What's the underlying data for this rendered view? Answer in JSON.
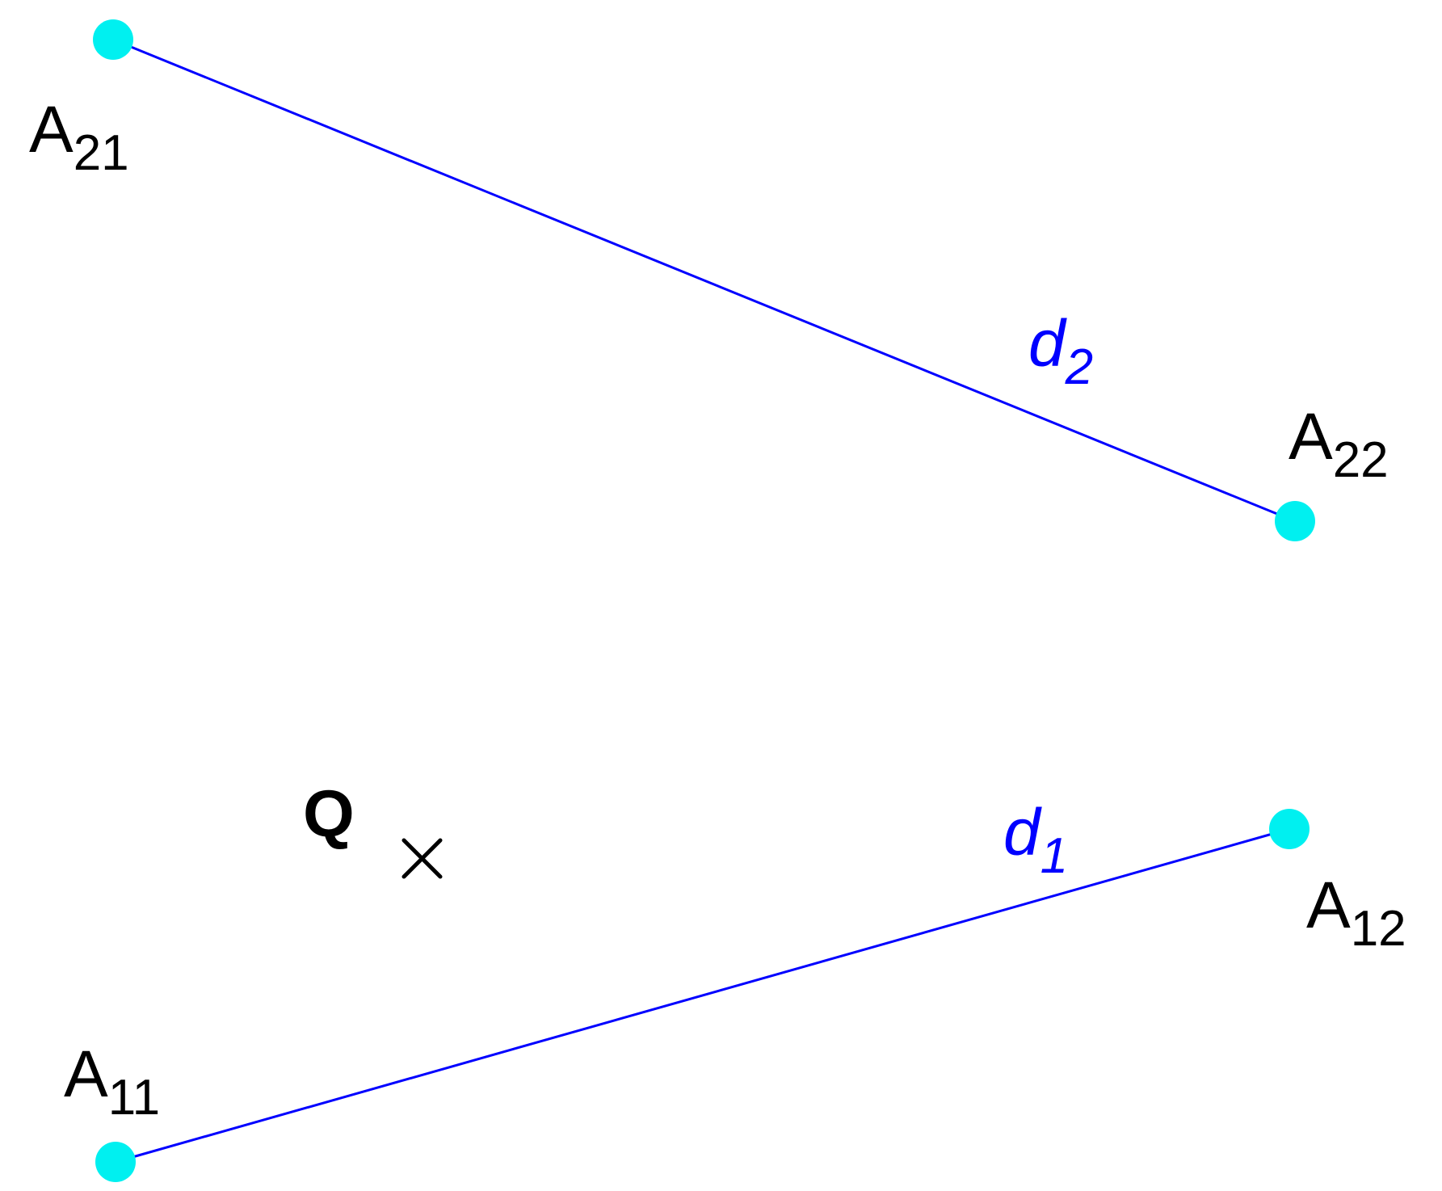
{
  "colors": {
    "segment": "#0000ff",
    "endpoint": "#00f0f0",
    "text": "#000000",
    "marker": "#000000"
  },
  "points": {
    "A21": {
      "letter": "A",
      "sub": "21"
    },
    "A22": {
      "letter": "A",
      "sub": "22"
    },
    "A11": {
      "letter": "A",
      "sub": "11"
    },
    "A12": {
      "letter": "A",
      "sub": "12"
    }
  },
  "segments": {
    "d2": {
      "letter": "d",
      "sub": "2",
      "from": "A21",
      "to": "A22"
    },
    "d1": {
      "letter": "d",
      "sub": "1",
      "from": "A11",
      "to": "A12"
    }
  },
  "query": {
    "label": "Q",
    "marker_icon": "cross-marker-icon"
  }
}
